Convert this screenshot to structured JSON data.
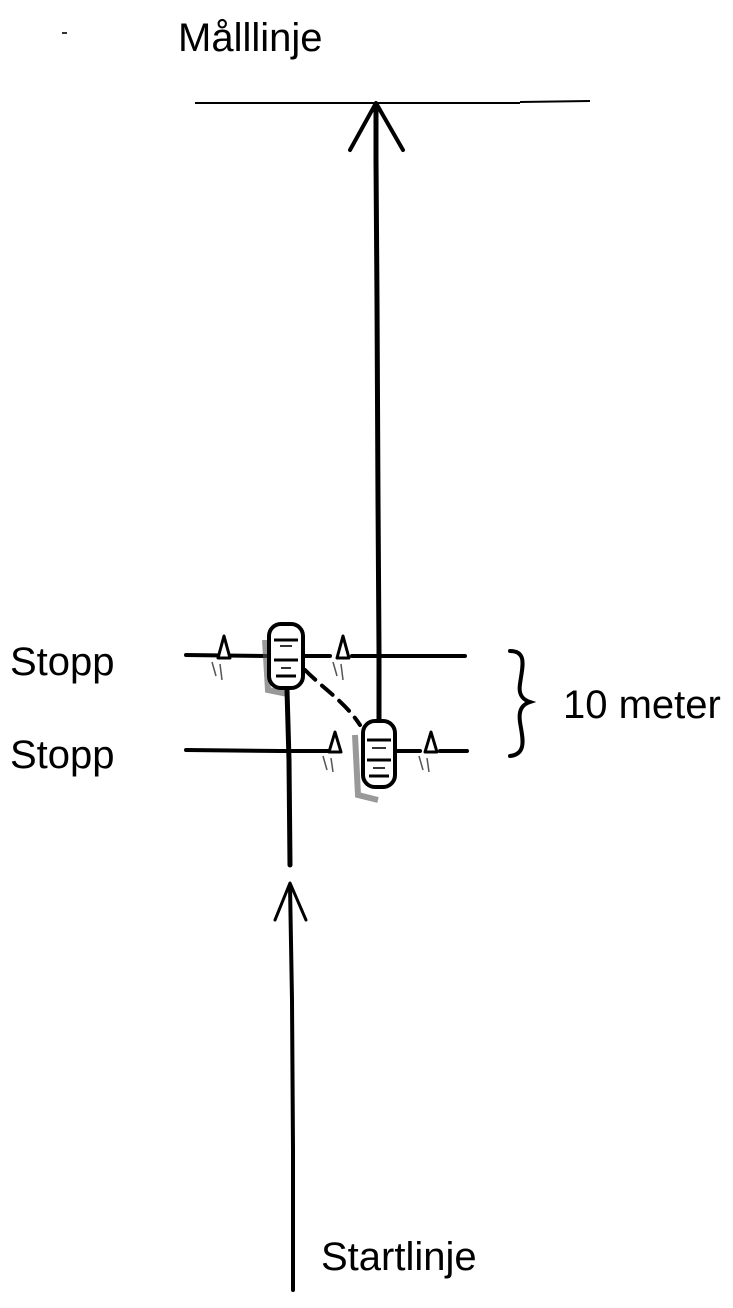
{
  "labels": {
    "finish_line": "Målllinje",
    "stop_upper": "Stopp",
    "stop_lower": "Stopp",
    "distance": "10 meter",
    "start_line": "Startlinje"
  },
  "colors": {
    "ink": "#000000",
    "background": "#ffffff",
    "shading": "#555555"
  },
  "icons": {
    "cone": "cone-icon",
    "car": "car-icon",
    "arrow": "arrow-head-icon",
    "brace": "curly-brace-icon"
  }
}
